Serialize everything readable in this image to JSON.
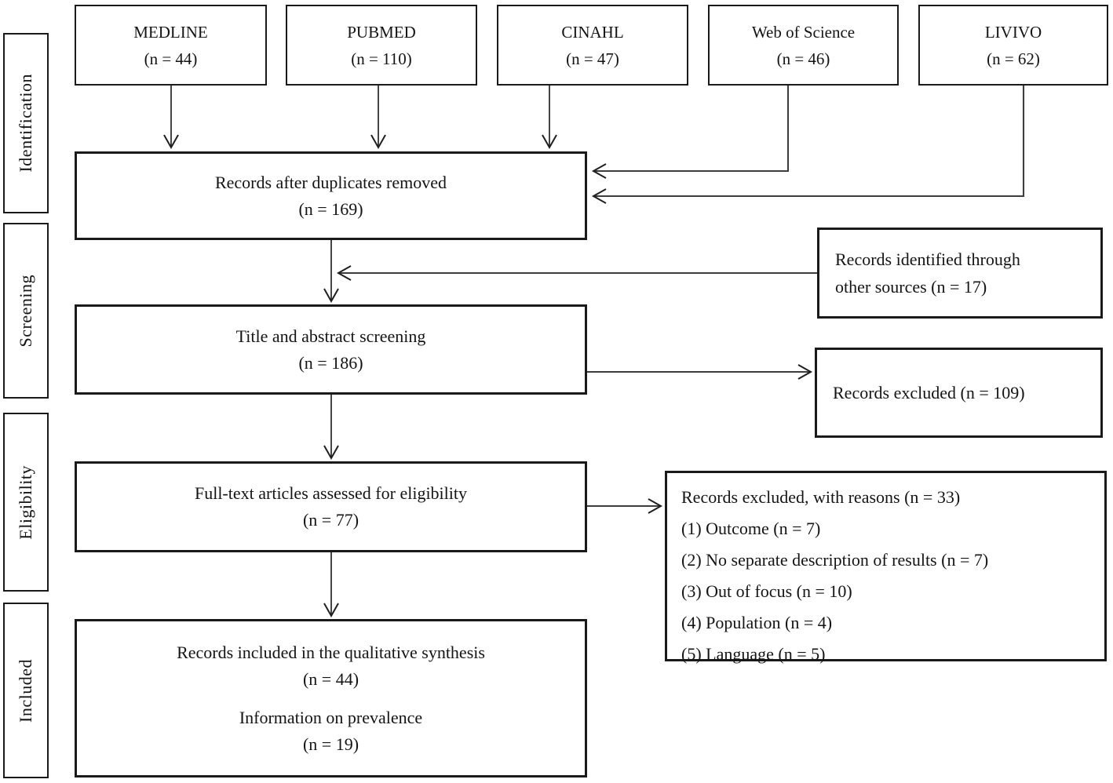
{
  "rail": {
    "items": [
      {
        "label": "Identification"
      },
      {
        "label": "Screening"
      },
      {
        "label": "Eligibility"
      },
      {
        "label": "Included"
      }
    ]
  },
  "sources": [
    {
      "name": "MEDLINE",
      "count": "(n = 44)"
    },
    {
      "name": "PUBMED",
      "count": "(n = 110)"
    },
    {
      "name": "CINAHL",
      "count": "(n = 47)"
    },
    {
      "name": "Web of Science",
      "count": "(n = 46)"
    },
    {
      "name": "LIVIVO",
      "count": "(n = 62)"
    }
  ],
  "flow": {
    "duplicates": {
      "line1": "Records after duplicates removed",
      "line2": "(n = 169)"
    },
    "screening": {
      "line1": "Title and abstract screening",
      "line2": "(n = 186)"
    },
    "eligibility": {
      "line1": "Full-text articles assessed for eligibility",
      "line2": "(n = 77)"
    },
    "included": {
      "line1": "Records included in the qualitative synthesis",
      "line2": "(n = 44)",
      "line3": "Information on prevalence",
      "line4": "(n = 19)"
    }
  },
  "side": {
    "other_sources": {
      "line1": "Records identified through",
      "line2": "other sources (n = 17)"
    },
    "excluded": {
      "label": "Records excluded (n = 109)"
    },
    "reasons": {
      "title": "Records excluded, with reasons (n = 33)",
      "items": [
        "(1) Outcome (n = 7)",
        "(2) No separate description of results (n = 7)",
        "(3) Out of focus (n = 10)",
        "(4) Population (n = 4)",
        "(5) Language (n = 5)"
      ]
    }
  },
  "colors": {
    "background": "#ffffff",
    "box_border": "#1a1a1a",
    "text": "#141414",
    "arrow_line": "#242424",
    "connector_line": "#4a4a4a"
  }
}
